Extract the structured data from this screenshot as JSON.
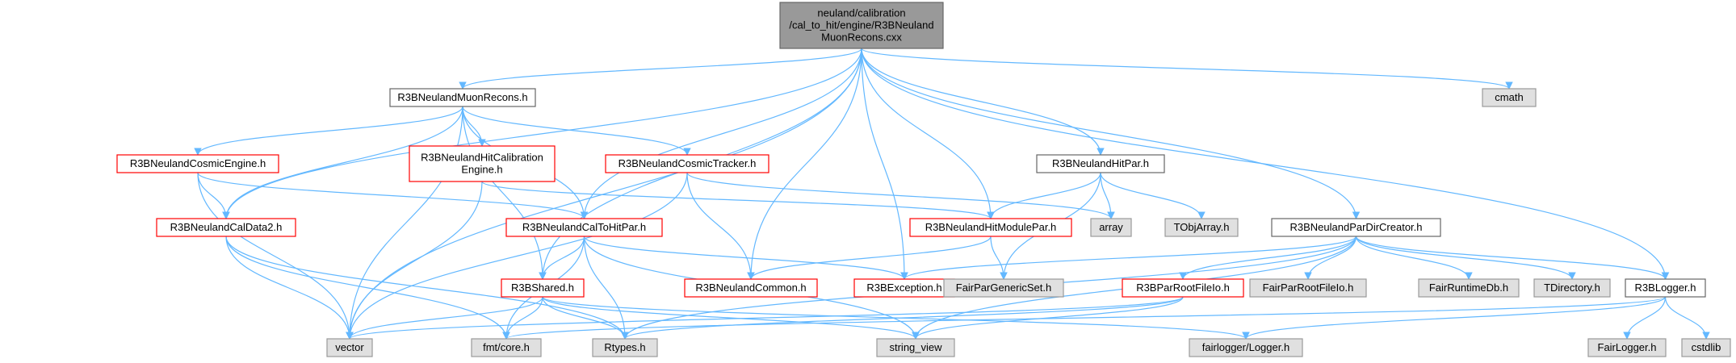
{
  "styles": {
    "root": {
      "fill": "#999999",
      "stroke": "#666666",
      "text": "#000000"
    },
    "normal": {
      "fill": "#ffffff",
      "stroke": "#666666",
      "text": "#000000"
    },
    "red": {
      "fill": "#ffffff",
      "stroke": "#ff0000",
      "text": "#000000"
    },
    "gray": {
      "fill": "#e0e0e0",
      "stroke": "#999999",
      "text": "#000000"
    },
    "edge": "#63b8ff"
  },
  "nodes": [
    {
      "id": "root",
      "lines": [
        "neuland/calibration",
        "/cal_to_hit/engine/R3BNeuland",
        "MuonRecons.cxx"
      ],
      "style": "root"
    },
    {
      "id": "muonrecons",
      "lines": [
        "R3BNeulandMuonRecons.h"
      ],
      "style": "normal"
    },
    {
      "id": "cmath",
      "lines": [
        "cmath"
      ],
      "style": "gray"
    },
    {
      "id": "cosmicengine",
      "lines": [
        "R3BNeulandCosmicEngine.h"
      ],
      "style": "red"
    },
    {
      "id": "hitcalib",
      "lines": [
        "R3BNeulandHitCalibration",
        "Engine.h"
      ],
      "style": "red"
    },
    {
      "id": "cosmictracker",
      "lines": [
        "R3BNeulandCosmicTracker.h"
      ],
      "style": "red"
    },
    {
      "id": "hitpar",
      "lines": [
        "R3BNeulandHitPar.h"
      ],
      "style": "normal"
    },
    {
      "id": "caldata2",
      "lines": [
        "R3BNeulandCalData2.h"
      ],
      "style": "red"
    },
    {
      "id": "caltohitpar",
      "lines": [
        "R3BNeulandCalToHitPar.h"
      ],
      "style": "red"
    },
    {
      "id": "hitmodulepar",
      "lines": [
        "R3BNeulandHitModulePar.h"
      ],
      "style": "red"
    },
    {
      "id": "array",
      "lines": [
        "array"
      ],
      "style": "gray"
    },
    {
      "id": "tobjarray",
      "lines": [
        "TObjArray.h"
      ],
      "style": "gray"
    },
    {
      "id": "pardircreator",
      "lines": [
        "R3BNeulandParDirCreator.h"
      ],
      "style": "normal"
    },
    {
      "id": "shared",
      "lines": [
        "R3BShared.h"
      ],
      "style": "red"
    },
    {
      "id": "neulandcommon",
      "lines": [
        "R3BNeulandCommon.h"
      ],
      "style": "red"
    },
    {
      "id": "exception",
      "lines": [
        "R3BException.h"
      ],
      "style": "red"
    },
    {
      "id": "fairpargenericset",
      "lines": [
        "FairParGenericSet.h"
      ],
      "style": "gray"
    },
    {
      "id": "parrootfileio",
      "lines": [
        "R3BParRootFileIo.h"
      ],
      "style": "red"
    },
    {
      "id": "fairparrootfileio",
      "lines": [
        "FairParRootFileIo.h"
      ],
      "style": "gray"
    },
    {
      "id": "fairruntimedb",
      "lines": [
        "FairRuntimeDb.h"
      ],
      "style": "gray"
    },
    {
      "id": "tdirectory",
      "lines": [
        "TDirectory.h"
      ],
      "style": "gray"
    },
    {
      "id": "logger",
      "lines": [
        "R3BLogger.h"
      ],
      "style": "normal"
    },
    {
      "id": "vector",
      "lines": [
        "vector"
      ],
      "style": "gray"
    },
    {
      "id": "fmtcore",
      "lines": [
        "fmt/core.h"
      ],
      "style": "gray"
    },
    {
      "id": "rtypes",
      "lines": [
        "Rtypes.h"
      ],
      "style": "gray"
    },
    {
      "id": "stringview",
      "lines": [
        "string_view"
      ],
      "style": "gray"
    },
    {
      "id": "fairloggerlogger",
      "lines": [
        "fairlogger/Logger.h"
      ],
      "style": "gray"
    },
    {
      "id": "fairlogger",
      "lines": [
        "FairLogger.h"
      ],
      "style": "gray"
    },
    {
      "id": "cstdlib",
      "lines": [
        "cstdlib"
      ],
      "style": "gray"
    }
  ],
  "edges": [
    [
      "root",
      "muonrecons"
    ],
    [
      "root",
      "cmath"
    ],
    [
      "root",
      "vector"
    ],
    [
      "root",
      "caldata2"
    ],
    [
      "root",
      "shared"
    ],
    [
      "root",
      "caltohitpar"
    ],
    [
      "root",
      "neulandcommon"
    ],
    [
      "root",
      "exception"
    ],
    [
      "root",
      "hitmodulepar"
    ],
    [
      "root",
      "hitpar"
    ],
    [
      "root",
      "pardircreator"
    ],
    [
      "root",
      "logger"
    ],
    [
      "muonrecons",
      "cosmicengine"
    ],
    [
      "muonrecons",
      "hitcalib"
    ],
    [
      "muonrecons",
      "cosmictracker"
    ],
    [
      "muonrecons",
      "caldata2"
    ],
    [
      "muonrecons",
      "caltohitpar"
    ],
    [
      "muonrecons",
      "shared"
    ],
    [
      "muonrecons",
      "vector"
    ],
    [
      "cosmicengine",
      "caldata2"
    ],
    [
      "cosmicengine",
      "caltohitpar"
    ],
    [
      "cosmicengine",
      "vector"
    ],
    [
      "hitcalib",
      "hitmodulepar"
    ],
    [
      "hitcalib",
      "vector"
    ],
    [
      "cosmictracker",
      "array"
    ],
    [
      "cosmictracker",
      "neulandcommon"
    ],
    [
      "cosmictracker",
      "vector"
    ],
    [
      "hitpar",
      "hitmodulepar"
    ],
    [
      "hitpar",
      "array"
    ],
    [
      "hitpar",
      "tobjarray"
    ],
    [
      "hitpar",
      "fairpargenericset"
    ],
    [
      "caldata2",
      "vector"
    ],
    [
      "caldata2",
      "fmtcore"
    ],
    [
      "caldata2",
      "rtypes"
    ],
    [
      "caltohitpar",
      "shared"
    ],
    [
      "caltohitpar",
      "exception"
    ],
    [
      "caltohitpar",
      "fmtcore"
    ],
    [
      "caltohitpar",
      "rtypes"
    ],
    [
      "caltohitpar",
      "stringview"
    ],
    [
      "hitmodulepar",
      "neulandcommon"
    ],
    [
      "hitmodulepar",
      "fairpargenericset"
    ],
    [
      "shared",
      "vector"
    ],
    [
      "shared",
      "fmtcore"
    ],
    [
      "shared",
      "rtypes"
    ],
    [
      "shared",
      "stringview"
    ],
    [
      "shared",
      "fairloggerlogger"
    ],
    [
      "pardircreator",
      "exception"
    ],
    [
      "pardircreator",
      "parrootfileio"
    ],
    [
      "pardircreator",
      "fairparrootfileio"
    ],
    [
      "pardircreator",
      "fairruntimedb"
    ],
    [
      "pardircreator",
      "tdirectory"
    ],
    [
      "pardircreator",
      "logger"
    ],
    [
      "pardircreator",
      "stringview"
    ],
    [
      "pardircreator",
      "rtypes"
    ],
    [
      "parrootfileio",
      "vector"
    ],
    [
      "parrootfileio",
      "stringview"
    ],
    [
      "parrootfileio",
      "rtypes"
    ],
    [
      "logger",
      "fmtcore"
    ],
    [
      "logger",
      "fairloggerlogger"
    ],
    [
      "logger",
      "fairlogger"
    ],
    [
      "logger",
      "cstdlib"
    ]
  ]
}
